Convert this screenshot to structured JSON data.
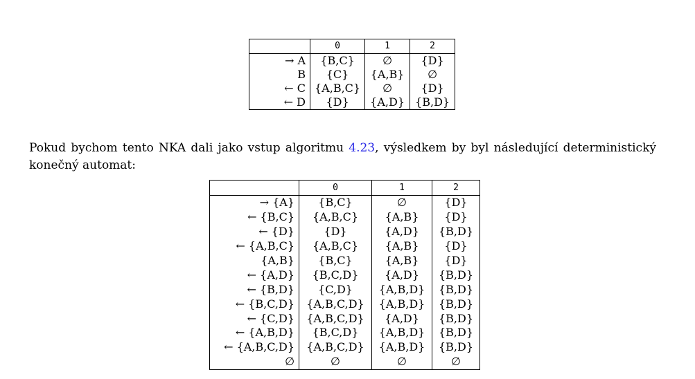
{
  "nfa_table": {
    "headers": [
      "",
      "0",
      "1",
      "2"
    ],
    "rows": [
      [
        "→ A",
        "{B,C}",
        "∅",
        "{D}"
      ],
      [
        "B",
        "{C}",
        "{A,B}",
        "∅"
      ],
      [
        "← C",
        "{A,B,C}",
        "∅",
        "{D}"
      ],
      [
        "← D",
        "{D}",
        "{A,D}",
        "{B,D}"
      ]
    ]
  },
  "paragraph": {
    "before": "Pokud bychom tento NKA dali jako vstup algoritmu ",
    "link": "4.23",
    "after": ", výsledkem by byl následující deterministický konečný automat:"
  },
  "dfa_table": {
    "headers": [
      "",
      "0",
      "1",
      "2"
    ],
    "rows": [
      [
        "→ {A}",
        "{B,C}",
        "∅",
        "{D}"
      ],
      [
        "← {B,C}",
        "{A,B,C}",
        "{A,B}",
        "{D}"
      ],
      [
        "← {D}",
        "{D}",
        "{A,D}",
        "{B,D}"
      ],
      [
        "← {A,B,C}",
        "{A,B,C}",
        "{A,B}",
        "{D}"
      ],
      [
        "{A,B}",
        "{B,C}",
        "{A,B}",
        "{D}"
      ],
      [
        "← {A,D}",
        "{B,C,D}",
        "{A,D}",
        "{B,D}"
      ],
      [
        "← {B,D}",
        "{C,D}",
        "{A,B,D}",
        "{B,D}"
      ],
      [
        "← {B,C,D}",
        "{A,B,C,D}",
        "{A,B,D}",
        "{B,D}"
      ],
      [
        "← {C,D}",
        "{A,B,C,D}",
        "{A,D}",
        "{B,D}"
      ],
      [
        "← {A,B,D}",
        "{B,C,D}",
        "{A,B,D}",
        "{B,D}"
      ],
      [
        "← {A,B,C,D}",
        "{A,B,C,D}",
        "{A,B,D}",
        "{B,D}"
      ],
      [
        "∅",
        "∅",
        "∅",
        "∅"
      ]
    ]
  }
}
